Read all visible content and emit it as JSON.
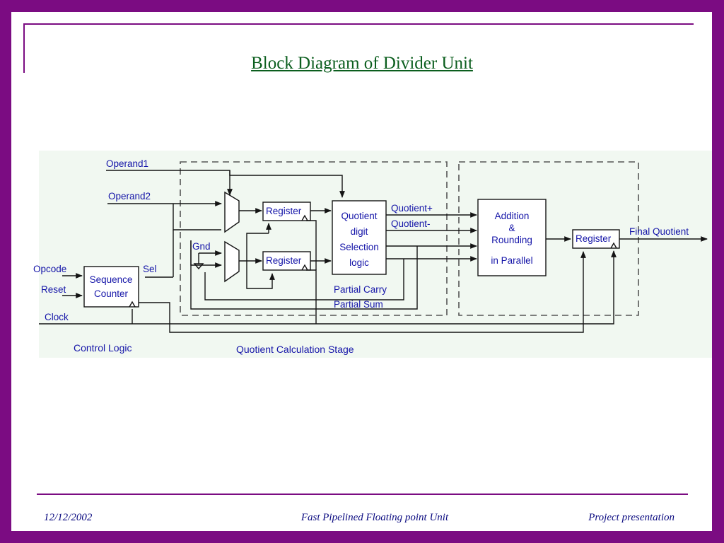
{
  "slide": {
    "title": "Block Diagram of Divider Unit"
  },
  "diagram": {
    "inputs": {
      "operand1": "Operand1",
      "operand2": "Operand2",
      "opcode": "Opcode",
      "reset": "Reset",
      "clock": "Clock"
    },
    "signals": {
      "sel": "Sel",
      "gnd": "Gnd",
      "quotient_plus": "Quotient+",
      "quotient_minus": "Quotient-",
      "partial_carry": "Partial Carry",
      "partial_sum": "Partial Sum",
      "final_quotient": "Final Quotient"
    },
    "blocks": {
      "sequence_counter": [
        "Sequence",
        "Counter"
      ],
      "register": "Register",
      "qds_logic": [
        "Quotient",
        "digit",
        "Selection",
        "logic"
      ],
      "addition_rounding": [
        "Addition",
        "&",
        "Rounding",
        "in Parallel"
      ]
    },
    "stages": {
      "control": "Control Logic",
      "quotient_calc": "Quotient Calculation Stage"
    }
  },
  "footer": {
    "date": "12/12/2002",
    "title": "Fast Pipelined Floating point Unit",
    "subtitle": "Project presentation"
  }
}
